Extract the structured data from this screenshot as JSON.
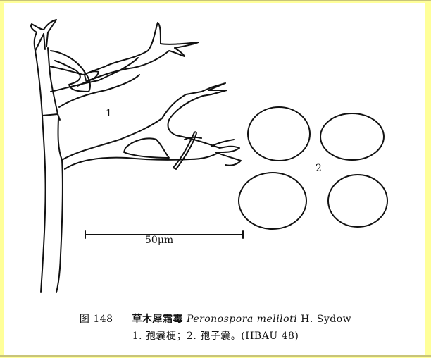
{
  "figure": {
    "number_label": "图 148",
    "chinese_name": "草木犀霜霉",
    "latin_name": "Peronospora meliloti",
    "authority": "H.  Sydow",
    "legend_line": "1. 孢囊梗；2. 孢子囊。(HBAU 48)"
  },
  "drawing": {
    "label_1": "1",
    "label_2": "2",
    "scale_bar_label": "50μm"
  },
  "colors": {
    "frame": "#ffff99",
    "page": "#ffffff",
    "ink": "#111111"
  }
}
